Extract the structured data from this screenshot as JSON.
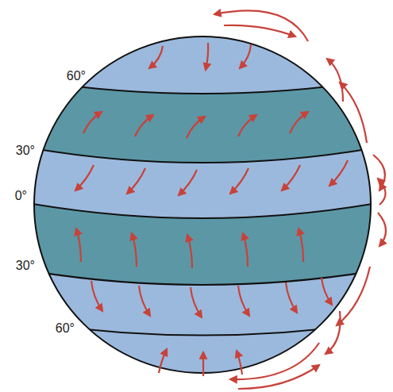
{
  "diagram": {
    "labels": [
      "60°",
      "30°",
      "0°",
      "30°",
      "60°"
    ]
  }
}
